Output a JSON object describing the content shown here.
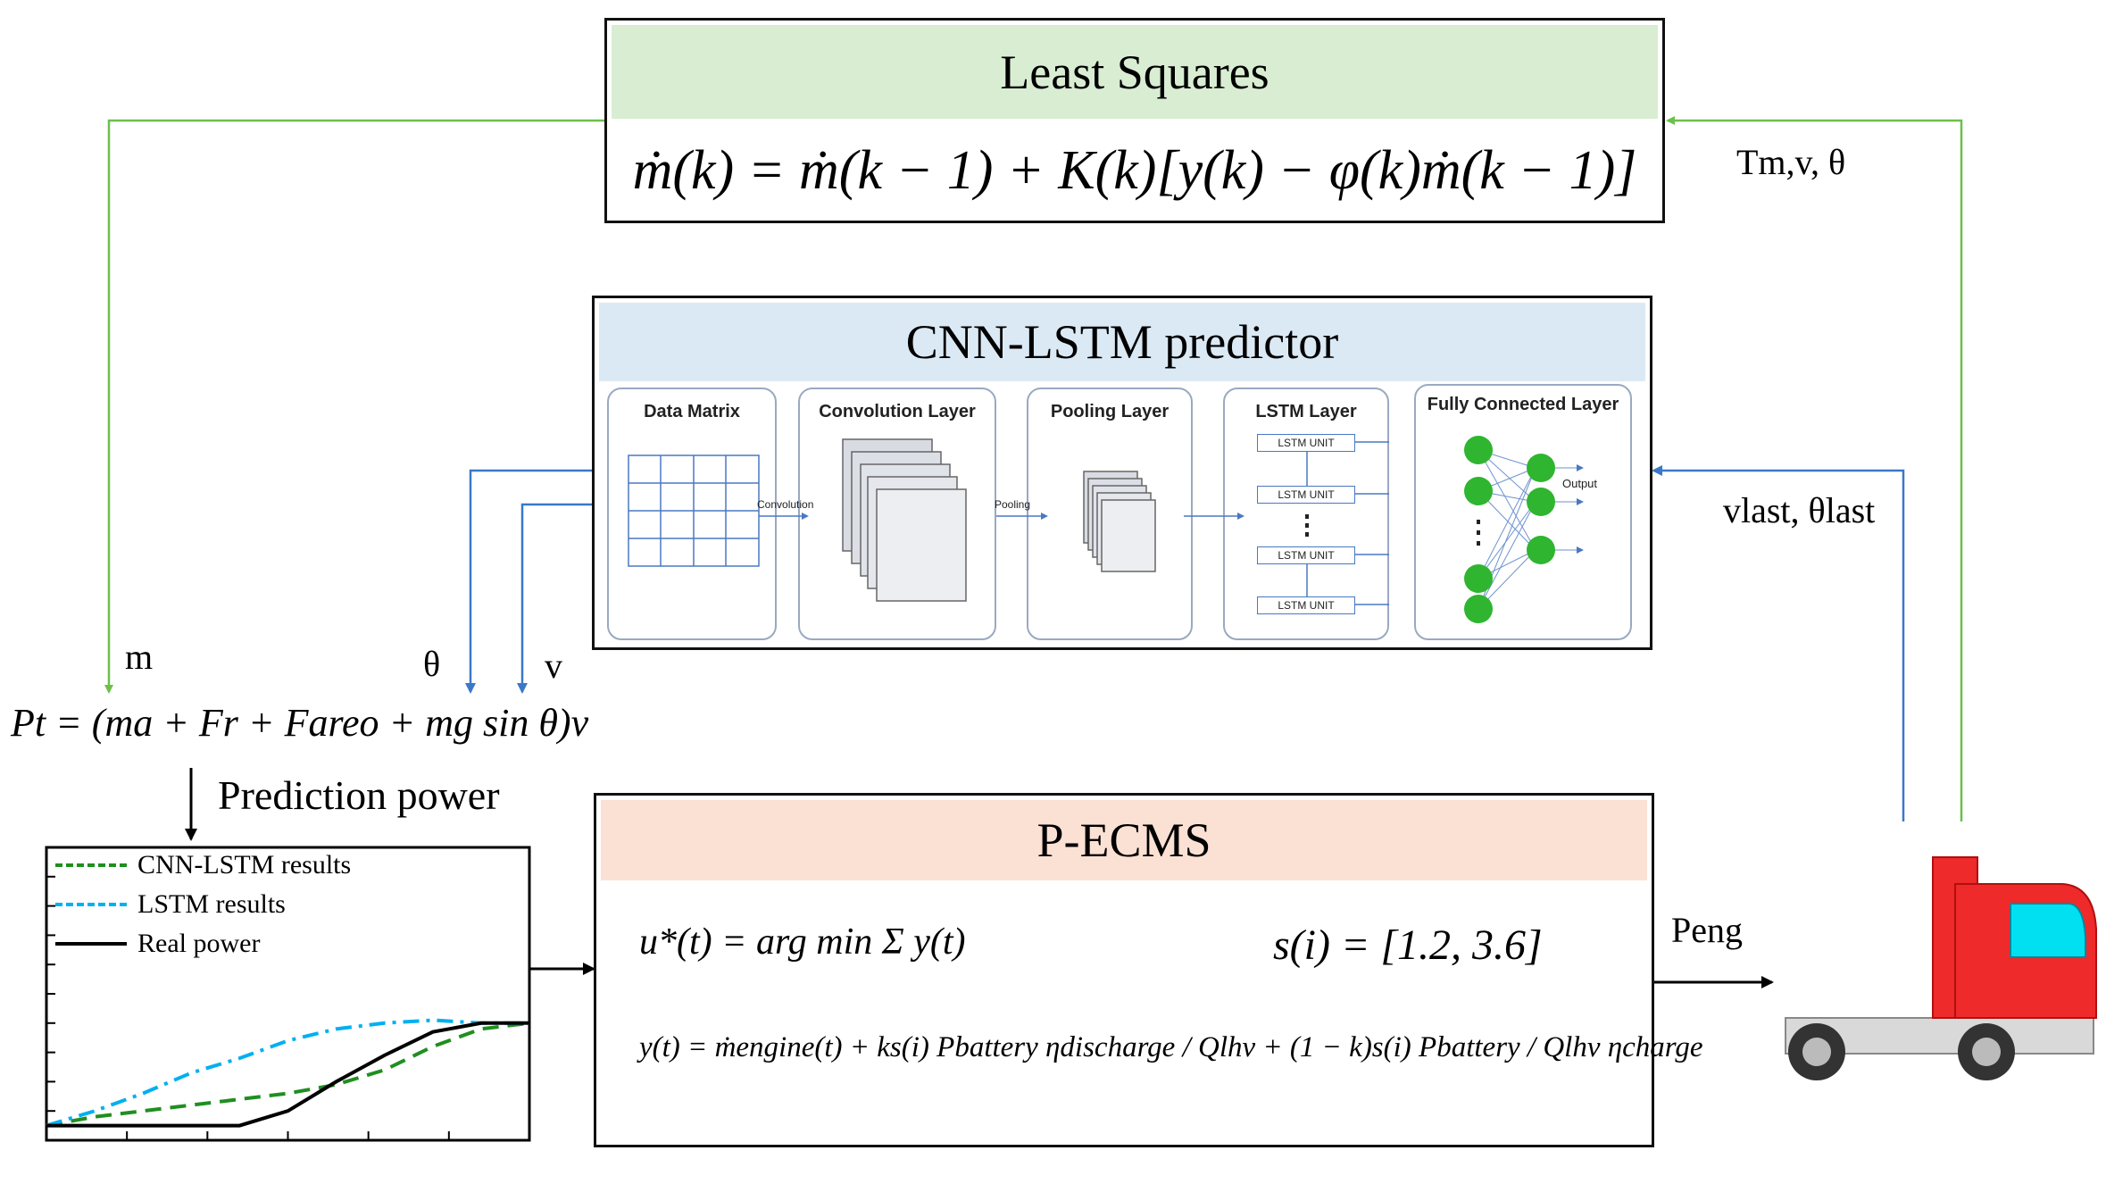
{
  "least_squares": {
    "title": "Least Squares",
    "equation": "ṁ(k) = ṁ(k − 1) + K(k)[y(k) − φ(k)ṁ(k − 1)]"
  },
  "cnn_lstm": {
    "title": "CNN-LSTM predictor",
    "stages": {
      "data_matrix": "Data Matrix",
      "convolution_layer": "Convolution  Layer",
      "pooling_layer": "Pooling  Layer",
      "lstm_layer": "LSTM  Layer",
      "fc_layer": "Fully Connected  Layer"
    },
    "arrow_labels": {
      "convolution": "Convolution",
      "pooling": "Pooling",
      "output": "Output"
    },
    "lstm_unit": "LSTM UNIT",
    "lstm_unit_count_shown": 4
  },
  "pecms": {
    "title": "P-ECMS",
    "eq_u": "u*(t) = arg min Σ y(t)",
    "eq_s": "s(i) = [1.2, 3.6]",
    "eq_y": "y(t) = ṁengine(t) + ks(i) Pbattery ηdischarge / Qlhv + (1 − k)s(i) Pbattery / Qlhv ηcharge"
  },
  "power_equation": "Pt = (ma + Fr + Fareo + mg sin θ)v",
  "labels": {
    "m": "m",
    "theta": "θ",
    "v": "v",
    "prediction_power": "Prediction power",
    "tm_v_theta": "Tm,v, θ",
    "vlast_thetalast": "vlast, θlast",
    "p_eng": "Peng"
  },
  "chart_data": {
    "type": "line",
    "title": "",
    "xlabel": "",
    "ylabel": "",
    "legend_position": "top-left",
    "x": [
      0,
      1,
      2,
      3,
      4,
      5,
      6,
      7,
      8,
      9,
      10
    ],
    "series": [
      {
        "name": "CNN-LSTM results",
        "color": "#1f8f1f",
        "style": "dashed",
        "values": [
          0.05,
          0.08,
          0.1,
          0.12,
          0.14,
          0.16,
          0.19,
          0.24,
          0.32,
          0.38,
          0.4
        ]
      },
      {
        "name": "LSTM results",
        "color": "#00b0f0",
        "style": "dashdot",
        "values": [
          0.05,
          0.1,
          0.16,
          0.23,
          0.28,
          0.34,
          0.38,
          0.4,
          0.41,
          0.4,
          0.4
        ]
      },
      {
        "name": "Real power",
        "color": "#000000",
        "style": "solid",
        "values": [
          0.05,
          0.05,
          0.05,
          0.05,
          0.05,
          0.1,
          0.2,
          0.29,
          0.37,
          0.4,
          0.4
        ]
      }
    ],
    "ylim": [
      0,
      1
    ],
    "grid": false
  },
  "colors": {
    "ls_header": "#d9edd3",
    "cnn_header": "#dbe9f5",
    "pecms_header": "#fbe1d3",
    "green_line": "#6cc04a",
    "blue_line": "#3a78c8",
    "truck_red": "#ee2a2a",
    "truck_window": "#00e0f0"
  }
}
